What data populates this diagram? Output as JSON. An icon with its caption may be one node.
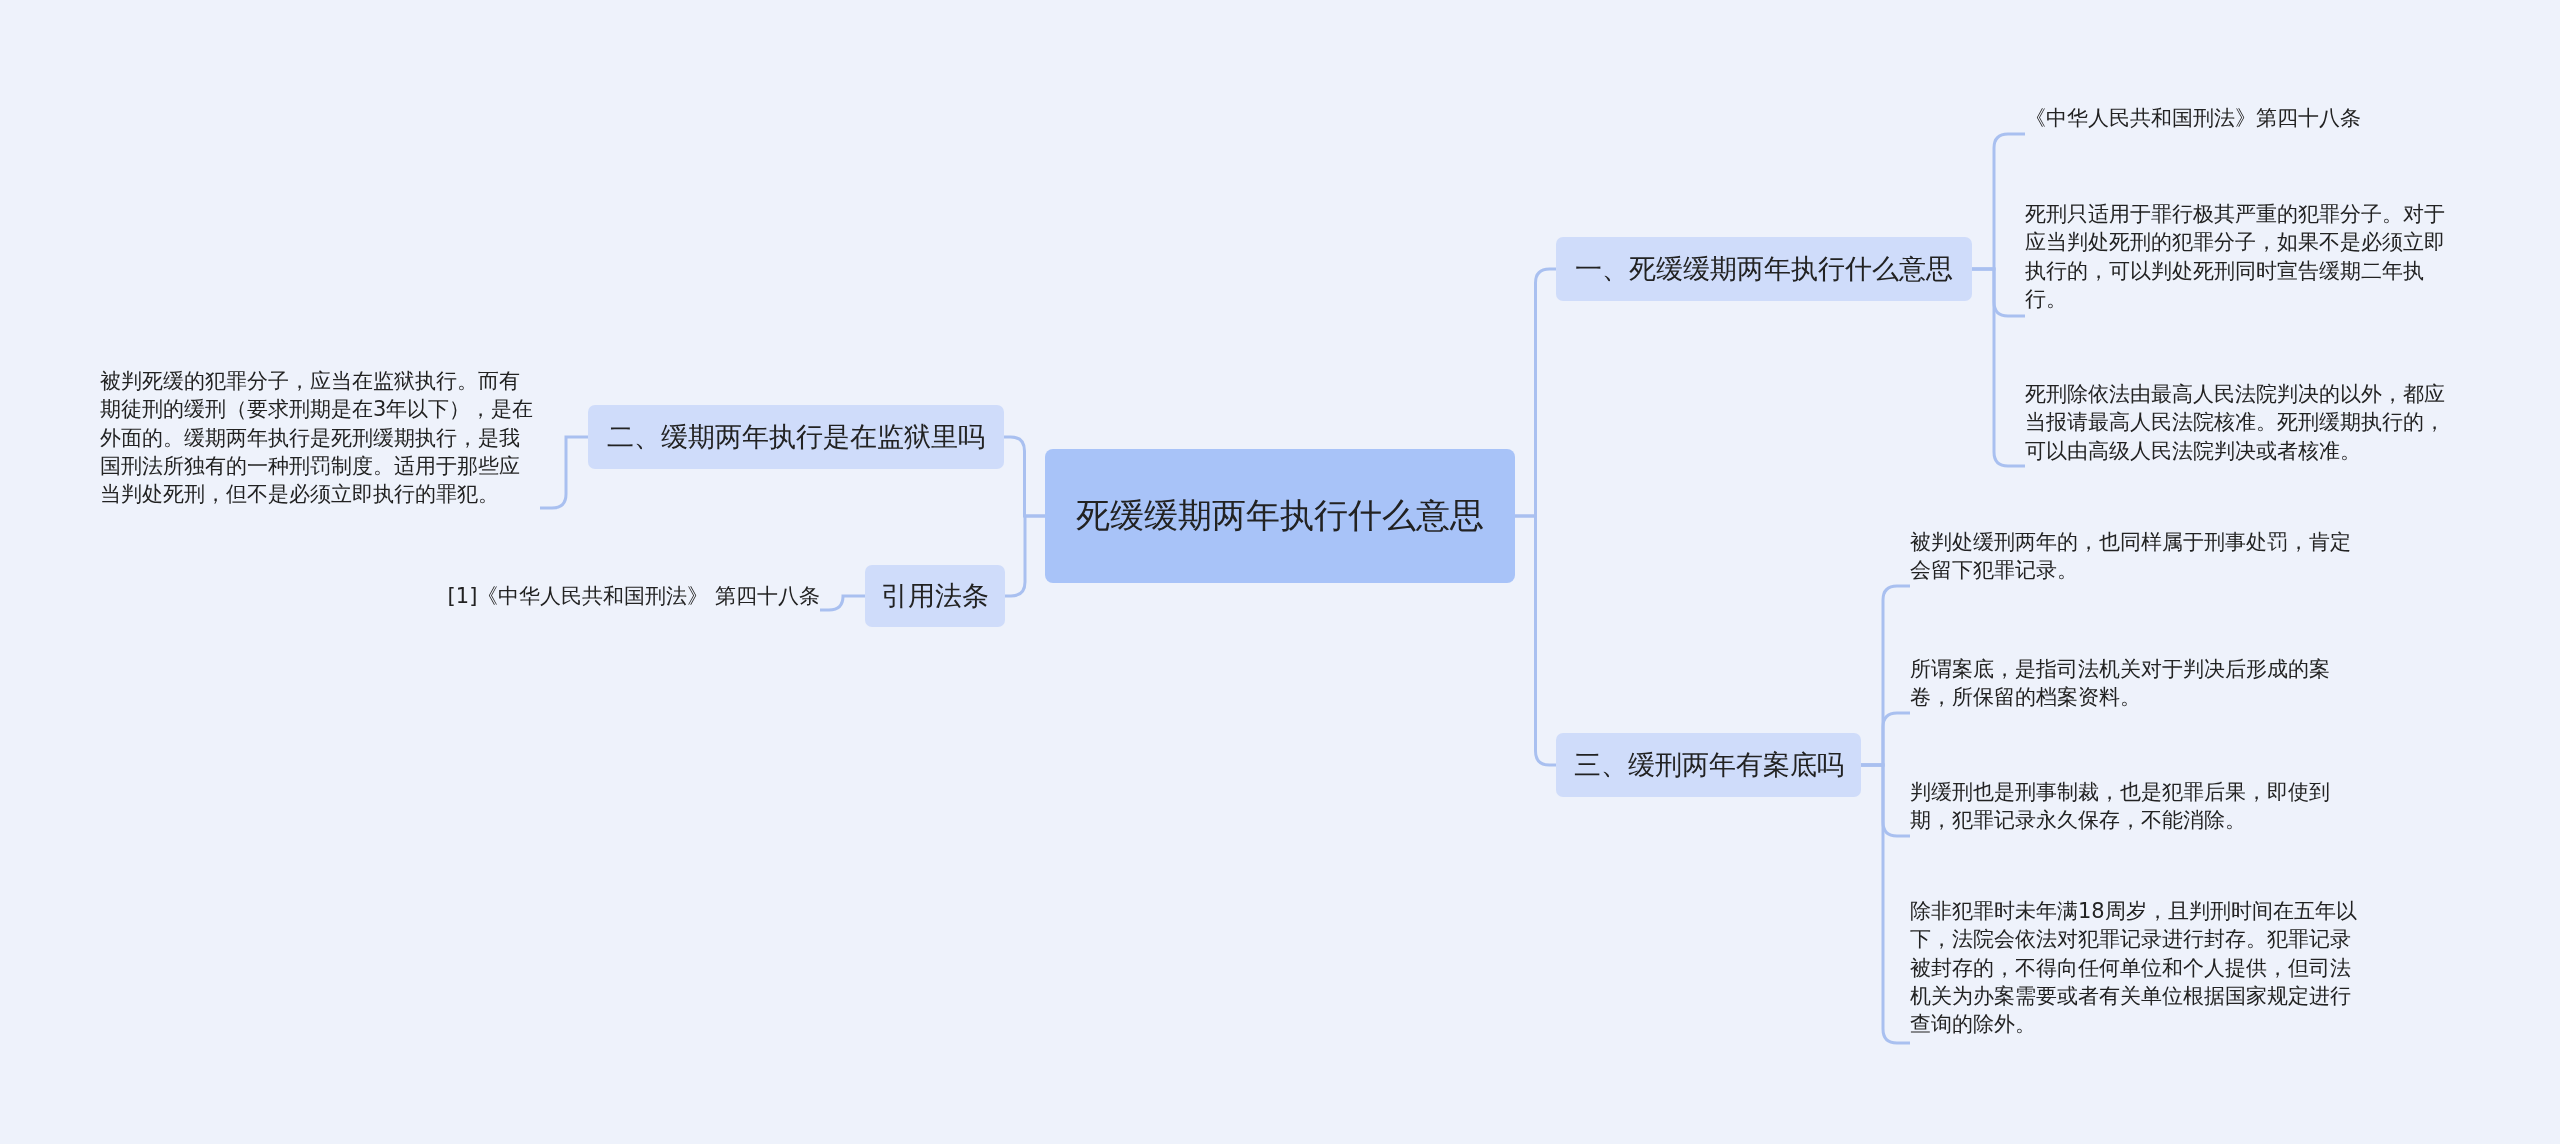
{
  "diagram": {
    "nodes": [
      {
        "text": [
          "死缓缓期两年执行什么意思"
        ]
      },
      {
        "text": [
          "一、死缓缓期两年执行什么意思"
        ]
      },
      {
        "text": [
          "《中华人民共和国刑法》第四十八条"
        ]
      },
      {
        "text": [
          "死刑只适用于罪行极其严重的犯罪分子。对于应当判处死刑的犯罪分子，如果不是必须立即执行的，可以判处死刑同时宣告缓期二年执行。"
        ]
      },
      {
        "text": [
          "死刑除依法由最高人民法院判决的以外，都应当报请最高人民法院核准。死刑缓期执行的，可以由高级人民法院判决或者核准。"
        ]
      },
      {
        "text": [
          "三、缓刑两年有案底吗"
        ]
      },
      {
        "text": [
          "被判处缓刑两年的，也同样属于刑事处罚，肯定会留下犯罪记录。"
        ]
      },
      {
        "text": [
          "所谓案底，是指司法机关对于判决后形成的案卷，所保留的档案资料。"
        ]
      },
      {
        "text": [
          "判缓刑也是刑事制裁，也是犯罪后果，即使到期，犯罪记录永久保存，不能消除。"
        ]
      },
      {
        "text": [
          "除非犯罪时未年满18周岁，且判刑时间在五年以下，法院会依法对犯罪记录进行封存。犯罪记录被封存的，不得向任何单位和个人提供，但司法机关为办案需要或者有关单位根据国家规定进行查询的除外。"
        ]
      },
      {
        "text": [
          "二、缓期两年执行是在监狱里吗"
        ]
      },
      {
        "text": [
          "被判死缓的犯罪分子，应当在监狱执行。而有期徒刑的缓刑（要求刑期是在3年以下），是在外面的。缓期两年执行是死刑缓期执行，是我国刑法所独有的一种刑罚制度。适用于那些应当判处死刑，但不是必须立即执行的罪犯。"
        ]
      },
      {
        "text": [
          "引用法条"
        ]
      },
      {
        "text": [
          "[1]《中华人民共和国刑法》 第四十八条"
        ]
      }
    ],
    "edges": [
      {
        "from": 0,
        "to": 1,
        "arrow": "none"
      },
      {
        "from": 1,
        "to": 2,
        "arrow": "none"
      },
      {
        "from": 1,
        "to": 3,
        "arrow": "none"
      },
      {
        "from": 1,
        "to": 4,
        "arrow": "none"
      },
      {
        "from": 0,
        "to": 5,
        "arrow": "none"
      },
      {
        "from": 5,
        "to": 6,
        "arrow": "none"
      },
      {
        "from": 5,
        "to": 7,
        "arrow": "none"
      },
      {
        "from": 5,
        "to": 8,
        "arrow": "none"
      },
      {
        "from": 5,
        "to": 9,
        "arrow": "none"
      },
      {
        "from": 0,
        "to": 10,
        "arrow": "none"
      },
      {
        "from": 10,
        "to": 11,
        "arrow": "none"
      },
      {
        "from": 0,
        "to": 12,
        "arrow": "none"
      },
      {
        "from": 12,
        "to": 13,
        "arrow": "none"
      }
    ]
  }
}
